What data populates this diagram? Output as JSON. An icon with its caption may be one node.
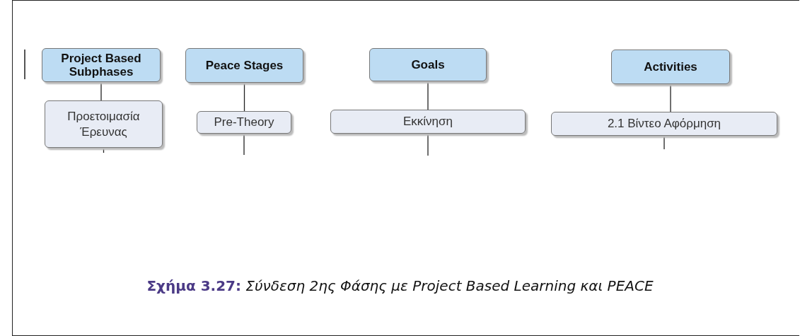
{
  "diagram": {
    "caption": "**Σχήμα 3.27:** *Σύνδεση 2ης Φάσης με Project Based Learning και PEACE*",
    "nodes": [
      {
        "text": [
          "Project Based Subphases"
        ]
      },
      {
        "text": [
          "Προετοιμασία Έρευνας"
        ]
      },
      {
        "text": [
          "Peace Stages"
        ]
      },
      {
        "text": [
          "Pre-Theory"
        ]
      },
      {
        "text": [
          "Goals"
        ]
      },
      {
        "text": [
          "Εκκίνηση"
        ]
      },
      {
        "text": [
          "Activities"
        ]
      },
      {
        "text": [
          "2.1 Βίντεο Αφόρμηση"
        ]
      }
    ],
    "edges": [
      {
        "from": 0,
        "to": 1,
        "arrow": "none"
      },
      {
        "from": 2,
        "to": 3,
        "arrow": "none"
      },
      {
        "from": 4,
        "to": 5,
        "arrow": "none"
      },
      {
        "from": 6,
        "to": 7,
        "arrow": "none"
      },
      {
        "from": 1,
        "to": null,
        "arrow": "none"
      },
      {
        "from": 3,
        "to": null,
        "arrow": "none"
      },
      {
        "from": 5,
        "to": null,
        "arrow": "none"
      },
      {
        "from": 7,
        "to": null,
        "arrow": "none"
      }
    ]
  }
}
